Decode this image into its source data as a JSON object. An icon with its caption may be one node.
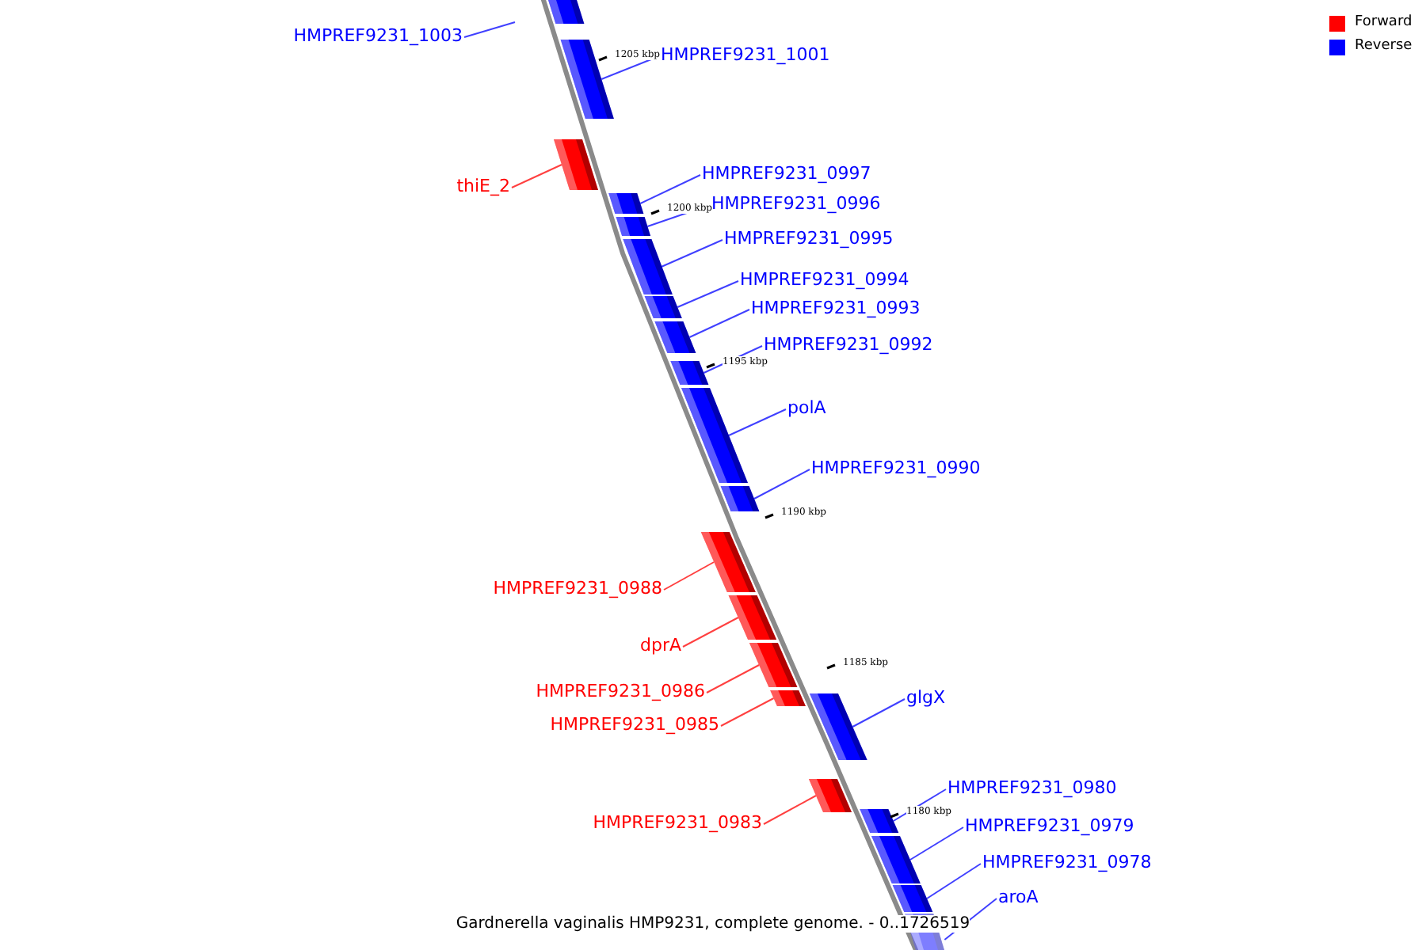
{
  "diagram": {
    "caption": "Gardnerella vaginalis HMP9231, complete genome. - 0..1726519",
    "nodes": [
      {
        "text": [],
        "shape": "bar"
      },
      {
        "text": [
          "HMPREF9231_1003"
        ]
      },
      {
        "text": [
          "HMPREF9231_1001"
        ]
      },
      {
        "text": [],
        "shape": "bar"
      },
      {
        "text": [
          "thiE_2"
        ]
      },
      {
        "text": [],
        "shape": "bar"
      },
      {
        "text": [
          "HMPREF9231_0997"
        ]
      },
      {
        "text": [],
        "shape": "bar"
      },
      {
        "text": [
          "HMPREF9231_0996"
        ]
      },
      {
        "text": [],
        "shape": "bar"
      },
      {
        "text": [
          "HMPREF9231_0995"
        ]
      },
      {
        "text": [],
        "shape": "bar"
      },
      {
        "text": [
          "HMPREF9231_0994"
        ]
      },
      {
        "text": [],
        "shape": "bar"
      },
      {
        "text": [
          "HMPREF9231_0993"
        ]
      },
      {
        "text": [],
        "shape": "bar"
      },
      {
        "text": [
          "HMPREF9231_0992"
        ]
      },
      {
        "text": [],
        "shape": "bar"
      },
      {
        "text": [
          "polA"
        ]
      },
      {
        "text": [],
        "shape": "bar"
      },
      {
        "text": [
          "HMPREF9231_0990"
        ]
      },
      {
        "text": [],
        "shape": "bar"
      },
      {
        "text": [
          "HMPREF9231_0988"
        ]
      },
      {
        "text": [],
        "shape": "bar"
      },
      {
        "text": [
          "dprA"
        ]
      },
      {
        "text": [],
        "shape": "bar"
      },
      {
        "text": [
          "HMPREF9231_0986"
        ]
      },
      {
        "text": [],
        "shape": "bar"
      },
      {
        "text": [
          "HMPREF9231_0985"
        ]
      },
      {
        "text": [],
        "shape": "bar"
      },
      {
        "text": [
          "glgX"
        ]
      },
      {
        "text": [],
        "shape": "bar"
      },
      {
        "text": [
          "HMPREF9231_0983"
        ]
      },
      {
        "text": [],
        "shape": "bar"
      },
      {
        "text": [
          "HMPREF9231_0980"
        ]
      },
      {
        "text": [],
        "shape": "bar"
      },
      {
        "text": [
          "HMPREF9231_0979"
        ]
      },
      {
        "text": [],
        "shape": "bar"
      },
      {
        "text": [
          "HMPREF9231_0978"
        ]
      },
      {
        "text": [],
        "shape": "bar"
      },
      {
        "text": [
          "aroA"
        ]
      },
      {
        "text": [],
        "shape": "bar"
      }
    ],
    "edges": [
      {
        "from": 1,
        "to": null,
        "arrow": "none"
      },
      {
        "from": 2,
        "to": 3,
        "arrow": "none"
      },
      {
        "from": 4,
        "to": 5,
        "arrow": "none",
        "color": "#ff4040"
      },
      {
        "from": 6,
        "to": 7,
        "arrow": "none"
      },
      {
        "from": 8,
        "to": 9,
        "arrow": "none"
      },
      {
        "from": 10,
        "to": 11,
        "arrow": "none"
      },
      {
        "from": 12,
        "to": 13,
        "arrow": "none"
      },
      {
        "from": 14,
        "to": 15,
        "arrow": "none"
      },
      {
        "from": 16,
        "to": 17,
        "arrow": "none"
      },
      {
        "from": 18,
        "to": 19,
        "arrow": "none"
      },
      {
        "from": 20,
        "to": 21,
        "arrow": "none"
      },
      {
        "from": 22,
        "to": 23,
        "arrow": "none",
        "color": "#ff4040"
      },
      {
        "from": 24,
        "to": 25,
        "arrow": "none",
        "color": "#ff4040"
      },
      {
        "from": 26,
        "to": 27,
        "arrow": "none",
        "color": "#ff4040"
      },
      {
        "from": 28,
        "to": 29,
        "arrow": "none",
        "color": "#ff4040"
      },
      {
        "from": 30,
        "to": 31,
        "arrow": "none"
      },
      {
        "from": 32,
        "to": 33,
        "arrow": "none",
        "color": "#ff4040"
      },
      {
        "from": 34,
        "to": 35,
        "arrow": "none"
      },
      {
        "from": 36,
        "to": 37,
        "arrow": "none"
      },
      {
        "from": 38,
        "to": 39,
        "arrow": "none"
      },
      {
        "from": 40,
        "to": 41,
        "arrow": "none"
      }
    ],
    "labels": [
      "1205 kbp",
      "1200 kbp",
      "1195 kbp",
      "1190 kbp",
      "1185 kbp",
      "1180 kbp"
    ],
    "legend": [
      {
        "text": "Forward",
        "color": "#ff0000"
      },
      {
        "text": "Reverse",
        "color": "#0000ff"
      }
    ]
  }
}
